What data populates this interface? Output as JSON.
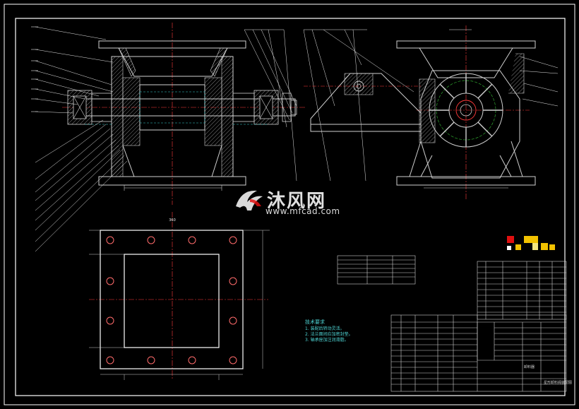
{
  "watermark": {
    "title": "沐风网",
    "url": "www.mfcad.com",
    "logo_icon": "mfcad-logo-icon"
  },
  "tech_notes": {
    "heading": "技术要求",
    "items": [
      "1. 装配后转动灵活。",
      "2. 法兰面间应加密封垫。",
      "3. 轴承座加注润滑脂。"
    ]
  },
  "title_block": {
    "drawing_name": "卸料器",
    "sub_title": "星形卸料阀装配图"
  },
  "dimension_label": "360",
  "colors": {
    "background": "#000000",
    "frame": "#ffffff",
    "body": "#c8c8c8",
    "centerline": "#ff3b3b",
    "hidden": "#39d0d0",
    "leader": "#ffffff",
    "hatch": "#d2d2d2",
    "accent_red": "#e01010",
    "accent_yellow": "#f2c200"
  }
}
